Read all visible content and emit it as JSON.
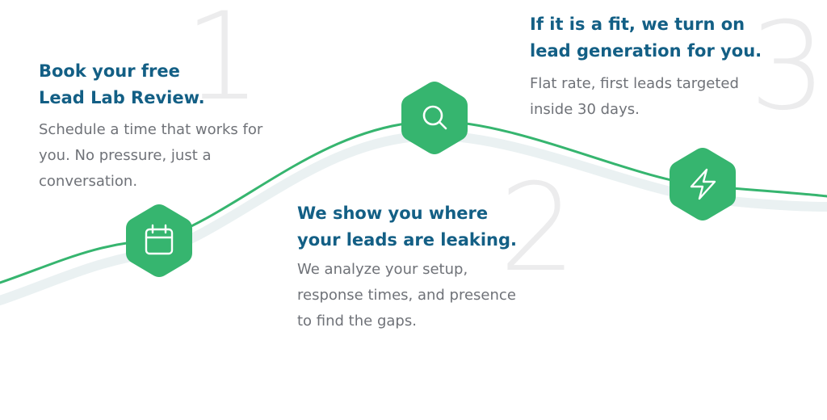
{
  "colors": {
    "accent_green": "#36b56f",
    "title_blue": "#135f85",
    "body_gray": "#6f7278",
    "watermark_gray": "#ececed",
    "curve_shadow": "#eaf1f2"
  },
  "steps": [
    {
      "number": "1",
      "title_lines": [
        "Book your free",
        "Lead Lab Review."
      ],
      "desc_lines": [
        "Schedule a time that works for",
        "you. No pressure, just a",
        "conversation."
      ],
      "icon": "calendar-icon"
    },
    {
      "number": "2",
      "title_lines": [
        "We show you where",
        "your leads are leaking."
      ],
      "desc_lines": [
        "We analyze your setup,",
        "response times, and presence",
        "to find the gaps."
      ],
      "icon": "search-icon"
    },
    {
      "number": "3",
      "title_lines": [
        "If it is a fit, we turn on",
        "lead generation for you."
      ],
      "desc_lines": [
        "Flat rate, first leads targeted",
        "inside 30 days."
      ],
      "icon": "lightning-icon"
    }
  ]
}
